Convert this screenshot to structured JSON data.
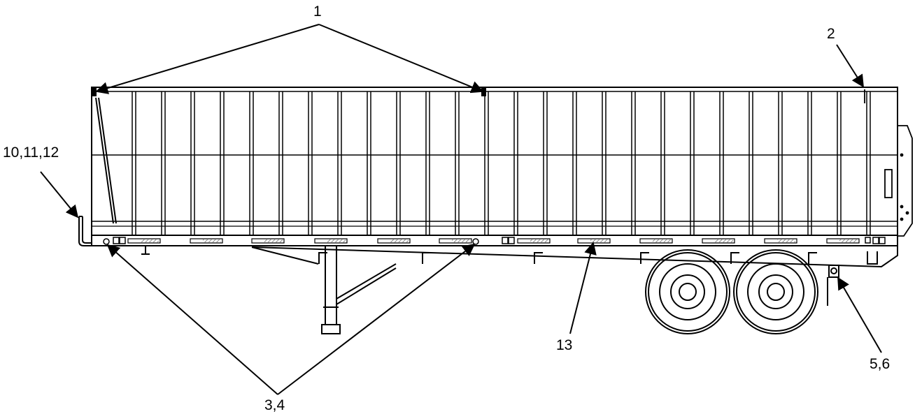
{
  "diagram": {
    "callouts": {
      "c1": "1",
      "c2": "2",
      "c34": "3,4",
      "c56": "5,6",
      "c101112": "10,11,12",
      "c13": "13"
    },
    "colors": {
      "line": "#000000",
      "background": "#ffffff",
      "hatch": "#555555"
    }
  }
}
